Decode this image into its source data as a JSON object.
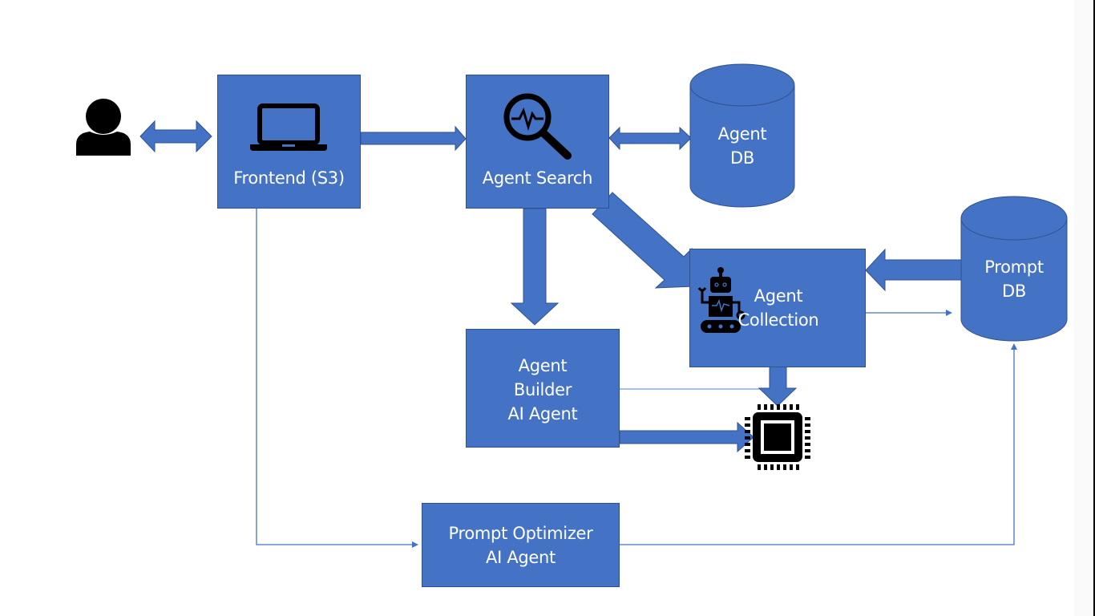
{
  "colors": {
    "shape_fill": "#4472c4",
    "shape_stroke": "#2f528f",
    "connector": "#4472c4",
    "icon": "#000000",
    "text": "#ffffff",
    "background": "#ffffff"
  },
  "nodes": {
    "user": {
      "icon": "user-icon"
    },
    "frontend": {
      "label": "Frontend (S3)",
      "icon": "laptop-icon"
    },
    "agent_search": {
      "label": "Agent Search",
      "icon": "search-activity-icon"
    },
    "agent_db": {
      "label": "Agent\nDB",
      "shape": "cylinder"
    },
    "prompt_db": {
      "label": "Prompt\nDB",
      "shape": "cylinder"
    },
    "agent_collection": {
      "label": "Agent\nCollection",
      "icon": "robot-icon"
    },
    "agent_builder": {
      "label": "Agent\nBuilder\nAI Agent"
    },
    "processor": {
      "icon": "cpu-chip-icon"
    },
    "prompt_optimizer": {
      "label": "Prompt Optimizer\nAI Agent"
    }
  },
  "edges": [
    {
      "from": "user",
      "to": "frontend",
      "style": "block-double-arrow"
    },
    {
      "from": "frontend",
      "to": "agent_search",
      "style": "block-arrow"
    },
    {
      "from": "agent_search",
      "to": "agent_db",
      "style": "block-double-arrow"
    },
    {
      "from": "agent_search",
      "to": "agent_builder",
      "style": "block-arrow"
    },
    {
      "from": "agent_search",
      "to": "agent_collection",
      "style": "block-arrow-diagonal"
    },
    {
      "from": "prompt_db",
      "to": "agent_collection",
      "style": "block-arrow"
    },
    {
      "from": "agent_collection",
      "to": "prompt_db",
      "style": "thin-arrow"
    },
    {
      "from": "agent_collection",
      "to": "processor",
      "style": "block-arrow"
    },
    {
      "from": "agent_builder",
      "to": "processor",
      "style": "block-arrow"
    },
    {
      "from": "agent_builder",
      "to": "processor",
      "style": "thin-line"
    },
    {
      "from": "frontend",
      "to": "prompt_optimizer",
      "style": "thin-elbow-arrow"
    },
    {
      "from": "prompt_optimizer",
      "to": "prompt_db",
      "style": "thin-elbow-arrow"
    }
  ]
}
